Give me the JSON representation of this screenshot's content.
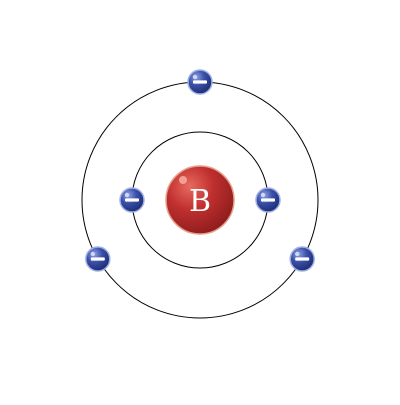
{
  "diagram": {
    "nucleus": {
      "symbol": "B",
      "color": "#c0302f"
    },
    "shells": [
      {
        "electrons": 2
      },
      {
        "electrons": 3
      }
    ],
    "electron": {
      "charge_symbol": "−",
      "color": "#3a4fa8"
    },
    "background": "#ffffff"
  }
}
